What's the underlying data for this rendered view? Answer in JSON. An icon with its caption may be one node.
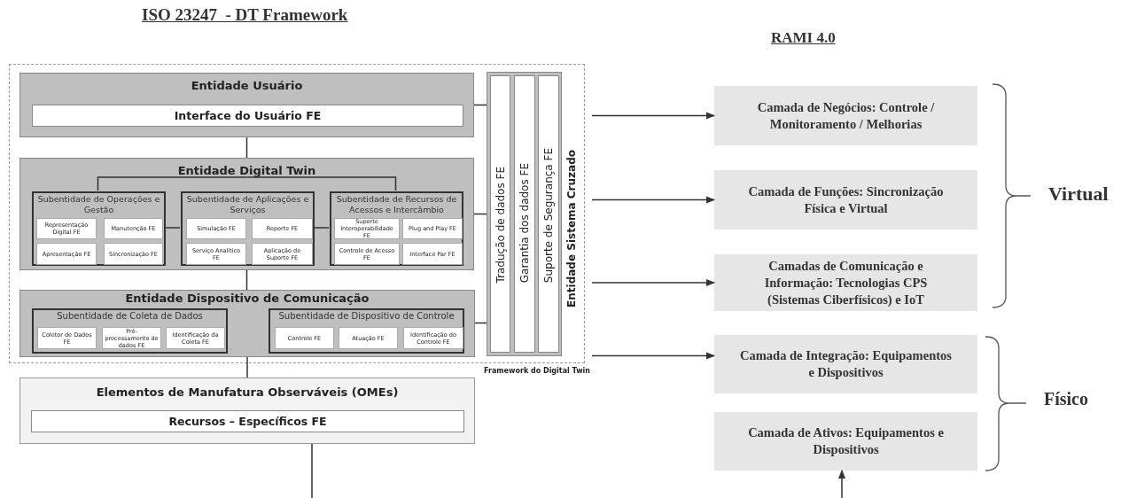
{
  "diagram": {
    "nodes": [
      {
        "text": [
          "Framework do Digital Twin"
        ]
      },
      {
        "text": [
          "Entidade Usuário"
        ],
        "in": 0
      },
      {
        "text": [
          "Interface do Usuário FE"
        ],
        "in": 1
      },
      {
        "text": [
          "Entidade Digital Twin"
        ],
        "in": 0
      },
      {
        "text": [
          "Subentidade de Operações e Gestão"
        ],
        "in": 3
      },
      {
        "text": [
          "Representação Digital FE"
        ],
        "in": 4
      },
      {
        "text": [
          "Manutenção FE"
        ],
        "in": 4
      },
      {
        "text": [
          "Apresentação FE"
        ],
        "in": 4
      },
      {
        "text": [
          "Sincronização FE"
        ],
        "in": 4
      },
      {
        "text": [
          "Subentidade de Aplicações e Serviços"
        ],
        "in": 3
      },
      {
        "text": [
          "Simulação FE"
        ],
        "in": 9
      },
      {
        "text": [
          "Reporte FE"
        ],
        "in": 9
      },
      {
        "text": [
          "Serviço Analítico FE"
        ],
        "in": 9
      },
      {
        "text": [
          "Aplicação de Suporte FE"
        ],
        "in": 9
      },
      {
        "text": [
          "Subentidade de Recursos de Acessos e Intercâmbio"
        ],
        "in": 3
      },
      {
        "text": [
          "Suporte Interoperabilidade FE"
        ],
        "in": 14
      },
      {
        "text": [
          "Plug and Play FE"
        ],
        "in": 14
      },
      {
        "text": [
          "Controle de Acesso FE"
        ],
        "in": 14
      },
      {
        "text": [
          "Interface Par FE"
        ],
        "in": 14
      },
      {
        "text": [
          "Entidade Dispositivo de Comunicação"
        ],
        "in": 0
      },
      {
        "text": [
          "Subentidade de Coleta de Dados"
        ],
        "in": 19
      },
      {
        "text": [
          "Coletor de Dados FE"
        ],
        "in": 20
      },
      {
        "text": [
          "Pré-processamento de dados FE"
        ],
        "in": 20
      },
      {
        "text": [
          "Identificação da Coleta FE"
        ],
        "in": 20
      },
      {
        "text": [
          "Subentidade de Dispositivo de Controle"
        ],
        "in": 19
      },
      {
        "text": [
          "Controle FE"
        ],
        "in": 24
      },
      {
        "text": [
          "Atuação FE"
        ],
        "in": 24
      },
      {
        "text": [
          "Identificação do Controle FE"
        ],
        "in": 24
      },
      {
        "text": [
          "Entidade Sistema Cruzado"
        ],
        "in": 0
      },
      {
        "text": [
          "Tradução de dados FE"
        ],
        "in": 28
      },
      {
        "text": [
          "Garantia dos dados FE"
        ],
        "in": 28
      },
      {
        "text": [
          "Suporte de Segurança FE"
        ],
        "in": 28
      },
      {
        "text": [
          "Elementos de Manufatura Observáveis (OMEs)"
        ]
      },
      {
        "text": [
          "Recursos – Específicos FE"
        ],
        "in": 32
      },
      {
        "text": [
          "Camada de Negócios: Controle / Monitoramento / Melhorias"
        ]
      },
      {
        "text": [
          "Camada de Funções: Sincronização Física e Virtual"
        ]
      },
      {
        "text": [
          "Camadas de Comunicação e Informação: Tecnologias CPS (Sistemas Ciberfísicos) e IoT"
        ]
      },
      {
        "text": [
          "Camada de Integração: Equipamentos e Dispositivos"
        ]
      },
      {
        "text": [
          "Camada de Ativos: Equipamentos e Dispositivos"
        ]
      }
    ],
    "edges": [
      {
        "from": 1,
        "to": 3,
        "arrow": "none"
      },
      {
        "from": 3,
        "to": 4,
        "arrow": "none"
      },
      {
        "from": 3,
        "to": 14,
        "arrow": "none"
      },
      {
        "from": 4,
        "to": 9,
        "arrow": "none"
      },
      {
        "from": 9,
        "to": 14,
        "arrow": "none"
      },
      {
        "from": 3,
        "to": 19,
        "arrow": "none"
      },
      {
        "from": 19,
        "to": 32,
        "arrow": "none"
      },
      {
        "from": 1,
        "to": 28,
        "arrow": "none"
      },
      {
        "from": 3,
        "to": 28,
        "arrow": "none"
      },
      {
        "from": 19,
        "to": 28,
        "arrow": "none"
      },
      {
        "from": 0,
        "to": 34,
        "arrow": "to"
      },
      {
        "from": 0,
        "to": 35,
        "arrow": "to"
      },
      {
        "from": 0,
        "to": 36,
        "arrow": "to"
      },
      {
        "from": 0,
        "to": 37,
        "arrow": "to"
      },
      {
        "from": null,
        "to": 38,
        "arrow": "to"
      },
      {
        "from": 32,
        "to": null,
        "arrow": "none"
      }
    ],
    "labels": [
      "ISO 23247  - DT Framework",
      "RAMI 4.0",
      "Virtual",
      "Físico"
    ]
  }
}
